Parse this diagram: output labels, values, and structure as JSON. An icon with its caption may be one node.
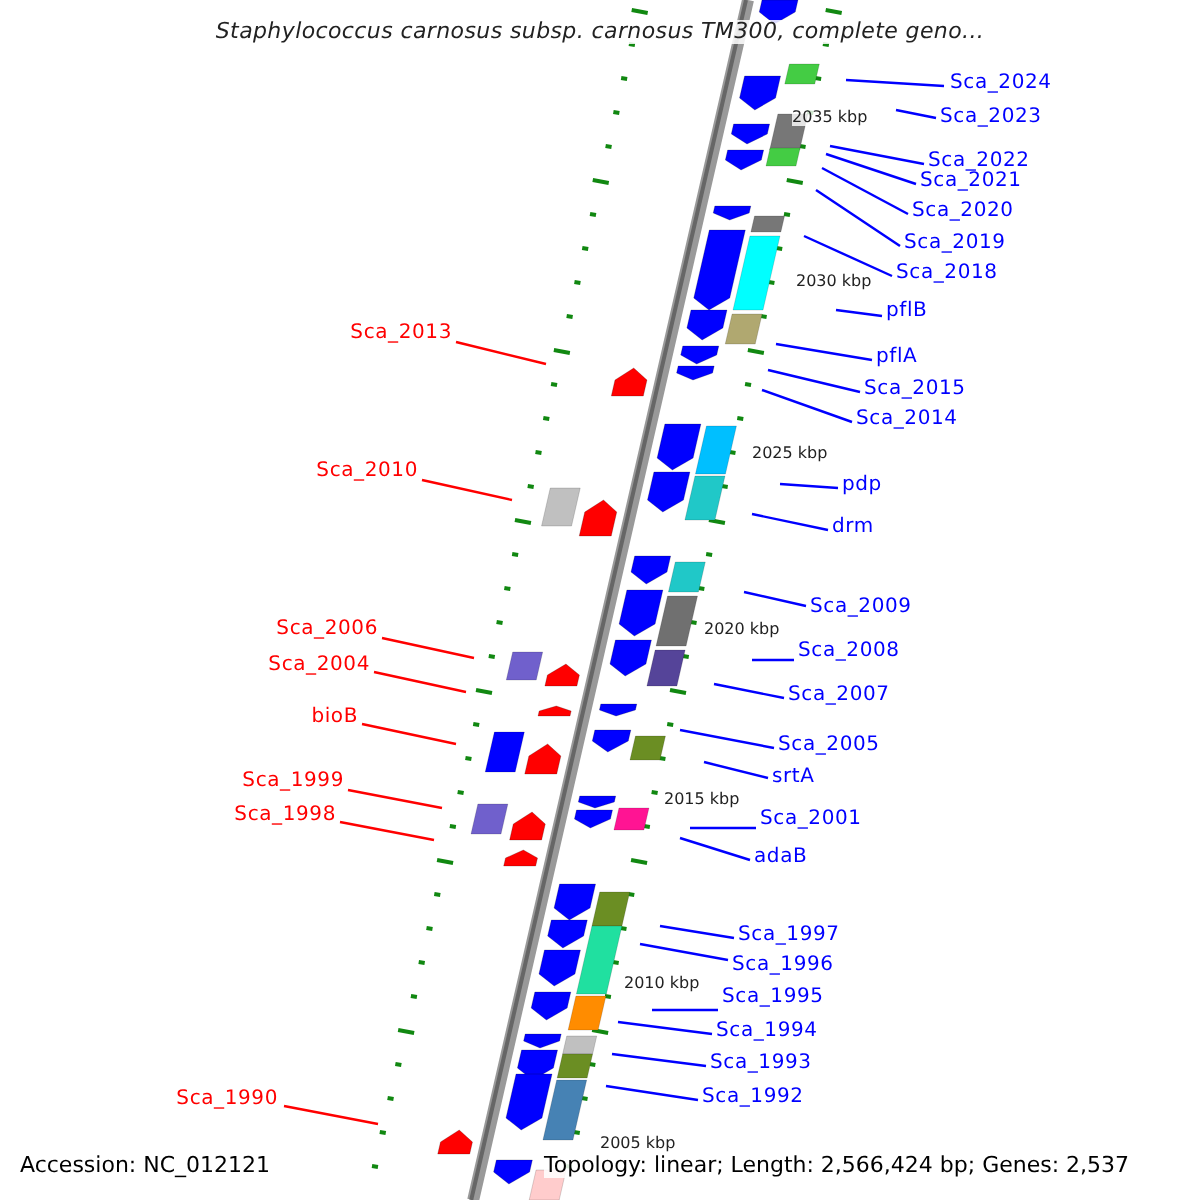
{
  "diagram": {
    "title": "Staphylococcus carnosus subsp. carnosus TM300, complete geno...",
    "nodes": [
      {
        "text": [
          "Sca_2024"
        ]
      },
      {
        "text": [
          "Sca_2023"
        ]
      },
      {
        "text": [
          "Sca_2022"
        ]
      },
      {
        "text": [
          "Sca_2021"
        ]
      },
      {
        "text": [
          "Sca_2020"
        ]
      },
      {
        "text": [
          "Sca_2019"
        ]
      },
      {
        "text": [
          "Sca_2018"
        ]
      },
      {
        "text": [
          "pflB"
        ]
      },
      {
        "text": [
          "Sca_2013"
        ]
      },
      {
        "text": [
          "pflA"
        ]
      },
      {
        "text": [
          "Sca_2015"
        ]
      },
      {
        "text": [
          "Sca_2014"
        ]
      },
      {
        "text": [
          "Sca_2010"
        ]
      },
      {
        "text": [
          "pdp"
        ]
      },
      {
        "text": [
          "drm"
        ]
      },
      {
        "text": [
          "Sca_2009"
        ]
      },
      {
        "text": [
          "Sca_2006"
        ]
      },
      {
        "text": [
          "Sca_2008"
        ]
      },
      {
        "text": [
          "Sca_2004"
        ]
      },
      {
        "text": [
          "Sca_2007"
        ]
      },
      {
        "text": [
          "bioB"
        ]
      },
      {
        "text": [
          "Sca_2005"
        ]
      },
      {
        "text": [
          "srtA"
        ]
      },
      {
        "text": [
          "Sca_1999"
        ]
      },
      {
        "text": [
          "Sca_1998"
        ]
      },
      {
        "text": [
          "Sca_2001"
        ]
      },
      {
        "text": [
          "adaB"
        ]
      },
      {
        "text": [
          "Sca_1997"
        ]
      },
      {
        "text": [
          "Sca_1996"
        ]
      },
      {
        "text": [
          "Sca_1995"
        ]
      },
      {
        "text": [
          "Sca_1994"
        ]
      },
      {
        "text": [
          "Sca_1993"
        ]
      },
      {
        "text": [
          "Sca_1992"
        ]
      },
      {
        "text": [
          "Sca_1990"
        ]
      }
    ],
    "edges": [
      {
        "from": 0,
        "to": null,
        "arrow": "none"
      },
      {
        "from": 1,
        "to": null,
        "arrow": "none"
      },
      {
        "from": 2,
        "to": null,
        "arrow": "none"
      },
      {
        "from": 3,
        "to": null,
        "arrow": "none"
      },
      {
        "from": 4,
        "to": null,
        "arrow": "none"
      },
      {
        "from": 5,
        "to": null,
        "arrow": "none"
      },
      {
        "from": 6,
        "to": null,
        "arrow": "none"
      },
      {
        "from": 7,
        "to": null,
        "arrow": "none"
      },
      {
        "from": 8,
        "to": null,
        "arrow": "none",
        "color": "#ff0000"
      },
      {
        "from": 9,
        "to": null,
        "arrow": "none"
      },
      {
        "from": 10,
        "to": null,
        "arrow": "none"
      },
      {
        "from": 11,
        "to": null,
        "arrow": "none"
      },
      {
        "from": 12,
        "to": null,
        "arrow": "none",
        "color": "#ff0000"
      },
      {
        "from": 13,
        "to": null,
        "arrow": "none"
      },
      {
        "from": 14,
        "to": null,
        "arrow": "none"
      },
      {
        "from": 15,
        "to": null,
        "arrow": "none"
      },
      {
        "from": 16,
        "to": null,
        "arrow": "none",
        "color": "#ff0000"
      },
      {
        "from": 17,
        "to": null,
        "arrow": "none"
      },
      {
        "from": 18,
        "to": null,
        "arrow": "none",
        "color": "#ff0000"
      },
      {
        "from": 19,
        "to": null,
        "arrow": "none"
      },
      {
        "from": 20,
        "to": null,
        "arrow": "none",
        "color": "#ff0000"
      },
      {
        "from": 21,
        "to": null,
        "arrow": "none"
      },
      {
        "from": 22,
        "to": null,
        "arrow": "none"
      },
      {
        "from": 23,
        "to": null,
        "arrow": "none",
        "color": "#ff0000"
      },
      {
        "from": 24,
        "to": null,
        "arrow": "none",
        "color": "#ff0000"
      },
      {
        "from": 25,
        "to": null,
        "arrow": "none"
      },
      {
        "from": 26,
        "to": null,
        "arrow": "none"
      },
      {
        "from": 27,
        "to": null,
        "arrow": "none"
      },
      {
        "from": 28,
        "to": null,
        "arrow": "none"
      },
      {
        "from": 29,
        "to": null,
        "arrow": "none"
      },
      {
        "from": 30,
        "to": null,
        "arrow": "none"
      },
      {
        "from": 31,
        "to": null,
        "arrow": "none"
      },
      {
        "from": 32,
        "to": null,
        "arrow": "none"
      },
      {
        "from": 33,
        "to": null,
        "arrow": "none",
        "color": "#ff0000"
      }
    ],
    "labels": [
      "2035 kbp",
      "2030 kbp",
      "2025 kbp",
      "2020 kbp",
      "2015 kbp",
      "2010 kbp",
      "2005 kbp",
      "Accession: NC_012121",
      "Topology: linear; Length: 2,566,424 bp; Genes: 2,537"
    ]
  }
}
